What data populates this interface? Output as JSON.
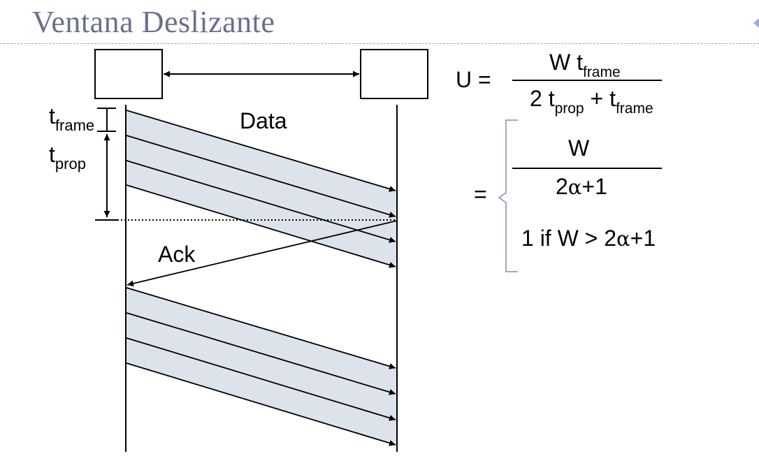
{
  "title": "Ventana Deslizante",
  "timing_labels": {
    "t_frame": {
      "base": "t",
      "sub": "frame"
    },
    "t_prop": {
      "base": "t",
      "sub": "prop"
    }
  },
  "data_label": "Data",
  "ack_label": "Ack",
  "formula": {
    "lhs": "U =",
    "numerator": {
      "w": "W t",
      "sub": "frame"
    },
    "denominator": {
      "pre": "2 t",
      "sub1": "prop",
      "mid": " + t",
      "sub2": "frame"
    },
    "eq2": "=",
    "case1": {
      "numerator": "W",
      "den_pre": "2",
      "alpha": "α",
      "den_post": "+1"
    },
    "case2": {
      "pre": "1 if W > 2",
      "alpha": "α",
      "post": "+1"
    }
  },
  "colors": {
    "title": "#6b6f8e",
    "band": "#dde3ea",
    "rule": "#8fa3c8"
  }
}
